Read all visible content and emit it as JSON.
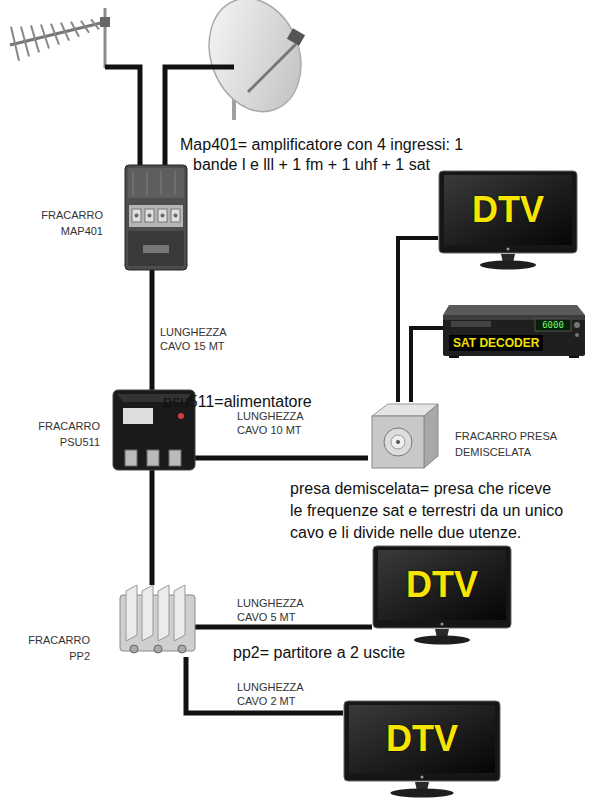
{
  "diagram": {
    "nodes": [
      {
        "text": [
          "FRACARRO MAP401"
        ]
      },
      {
        "text": [
          "FRACARRO PSU511"
        ]
      },
      {
        "text": [
          "FRACARRO PRESA DEMISCELATA"
        ]
      },
      {
        "text": [
          "DTV"
        ]
      },
      {
        "text": [
          "SAT DECODER"
        ]
      },
      {
        "text": [
          "FRACARRO PP2"
        ]
      },
      {
        "text": [
          "DTV"
        ]
      },
      {
        "text": [
          "DTV"
        ]
      }
    ],
    "edges": [
      {
        "from": 0,
        "to": 1,
        "arrow": "none",
        "label": "LUNGHEZZA CAVO 15 MT"
      },
      {
        "from": 1,
        "to": 2,
        "arrow": "none",
        "label": "LUNGHEZZA CAVO 10 MT"
      },
      {
        "from": 2,
        "to": 3,
        "arrow": "none"
      },
      {
        "from": 2,
        "to": 4,
        "arrow": "none"
      },
      {
        "from": 1,
        "to": 5,
        "arrow": "none"
      },
      {
        "from": 5,
        "to": 6,
        "arrow": "none",
        "label": "LUNGHEZZA CAVO 5 MT"
      },
      {
        "from": 5,
        "to": 7,
        "arrow": "none",
        "label": "LUNGHEZZA CAVO 2 MT"
      }
    ],
    "labels": [
      "Map401= amplificatore con 4 ingressi: 1 bande l e lll + 1 fm + 1 uhf + 1 sat",
      "psu511=alimentatore",
      "presa demiscelata= presa che riceve le frequenze sat e terrestri da un unico cavo e li divide nelle due utenze.",
      "pp2= partitore a 2 uscite",
      "6000"
    ]
  }
}
